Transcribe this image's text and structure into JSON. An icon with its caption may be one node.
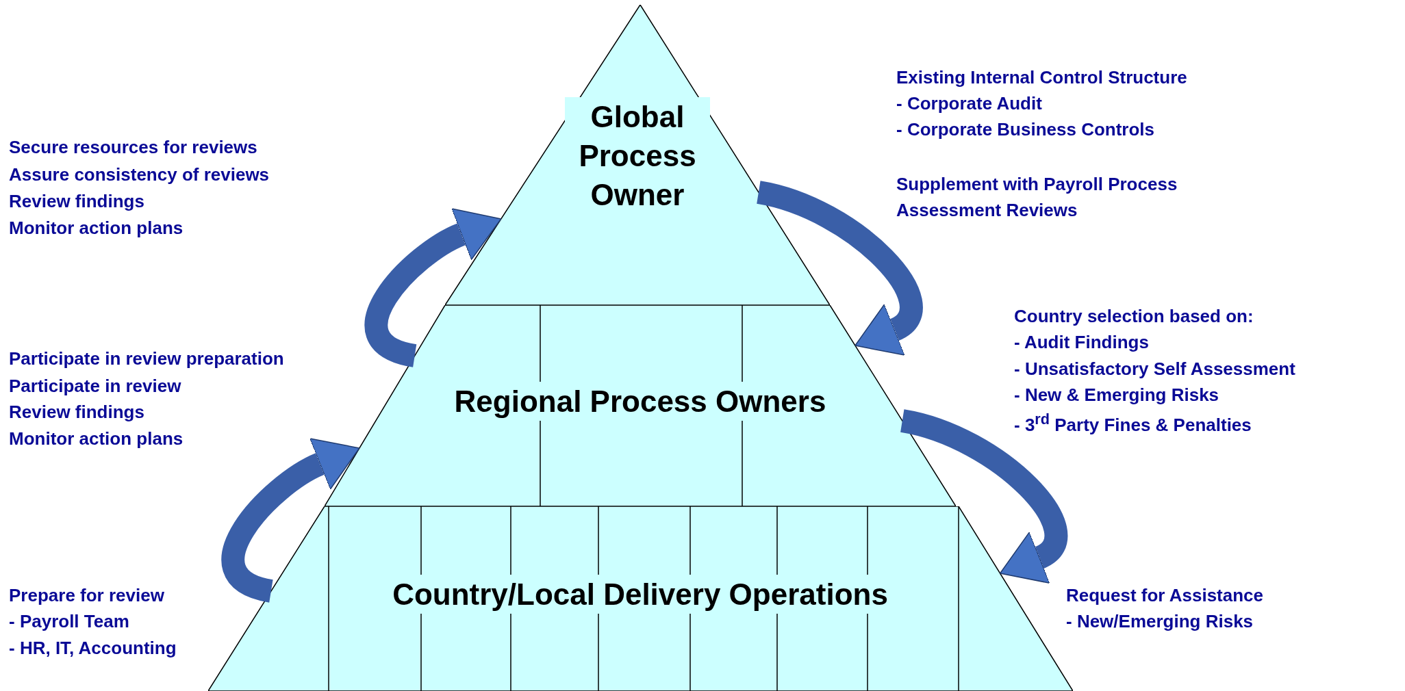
{
  "diagram": {
    "nodes": [
      {
        "text": [
          "Global Process Owner"
        ]
      },
      {
        "text": [
          "Regional Process Owners"
        ]
      },
      {
        "text": [
          "Country/Local Delivery Operations"
        ]
      }
    ],
    "edges": [
      {
        "from": 1,
        "to": 0,
        "arrow": "to"
      },
      {
        "from": 2,
        "to": 1,
        "arrow": "to"
      },
      {
        "from": 0,
        "to": 1,
        "arrow": "to"
      },
      {
        "from": 1,
        "to": 2,
        "arrow": "to"
      }
    ],
    "labels": [
      "Existing Internal Control Structure",
      "- Corporate Audit",
      "- Corporate Business Controls",
      "Supplement with Payroll Process Assessment Reviews",
      "Secure resources for reviews",
      "Assure consistency of reviews",
      "Review findings",
      "Monitor action plans",
      "Country selection based on:",
      "- Audit Findings",
      "- Unsatisfactory Self Assessment",
      "- New & Emerging Risks",
      "- 3$^{rd}$ Party Fines & Penalties",
      "Participate in review preparation",
      "Participate in review",
      "Review findings",
      "Monitor action plans",
      "Prepare for review",
      "- Payroll Team",
      "- HR, IT, Accounting",
      "Request for Assistance",
      "- New/Emerging Risks"
    ]
  }
}
